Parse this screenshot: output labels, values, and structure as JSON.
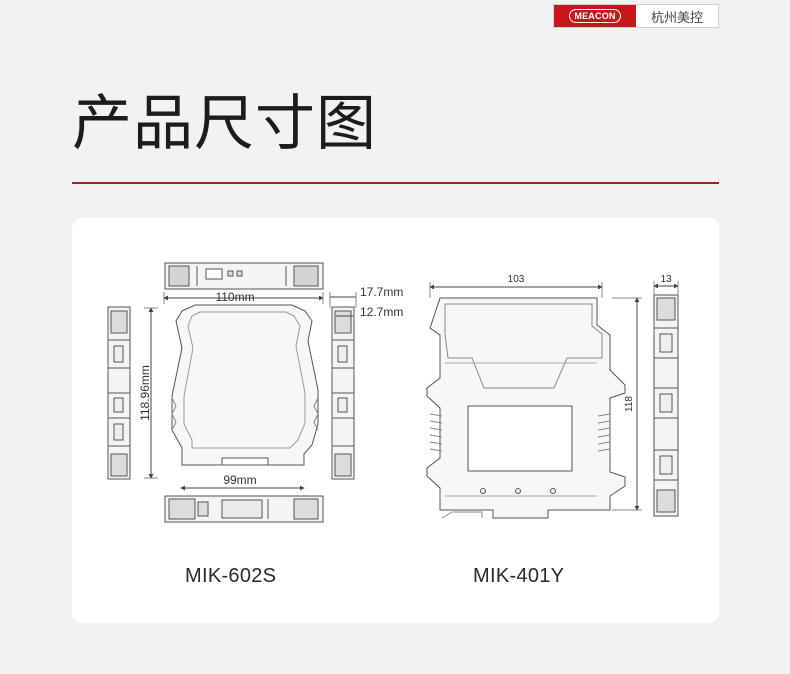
{
  "brand": {
    "logo_text": "MEACON",
    "company_cn": "杭州美控",
    "accent_color": "#c8161e"
  },
  "page": {
    "title": "产品尺寸图",
    "rule_color": "#b01e23"
  },
  "models": [
    {
      "name": "MIK-602S",
      "dimensions": {
        "width": "110mm",
        "depth": "99mm",
        "height": "118.96mm",
        "thickness_outer": "17.7mm",
        "thickness_inner": "12.7mm"
      }
    },
    {
      "name": "MIK-401Y",
      "dimensions": {
        "width": "103",
        "height": "118",
        "thickness": "13"
      }
    }
  ]
}
